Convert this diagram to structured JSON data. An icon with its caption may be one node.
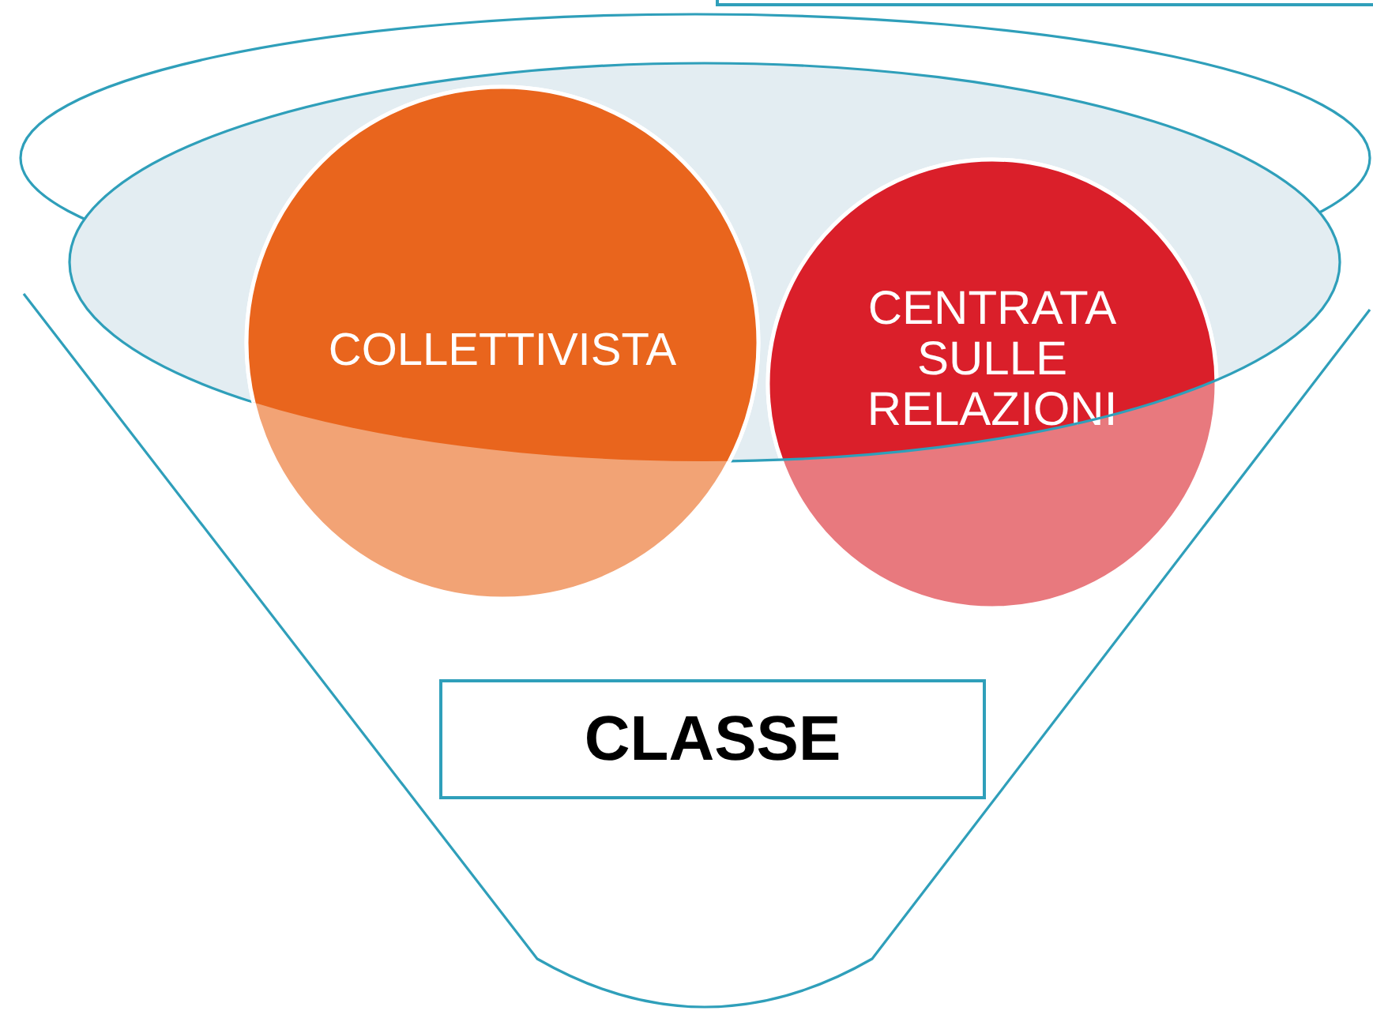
{
  "diagram": {
    "nodes": [
      {
        "text": [
          "COLLETTIVISTA"
        ]
      },
      {
        "text": [
          "CENTRATA SULLE RELAZIONI"
        ]
      },
      {
        "text": [
          "CLASSE"
        ]
      },
      {
        "text": [],
        "shape": "box"
      }
    ]
  }
}
